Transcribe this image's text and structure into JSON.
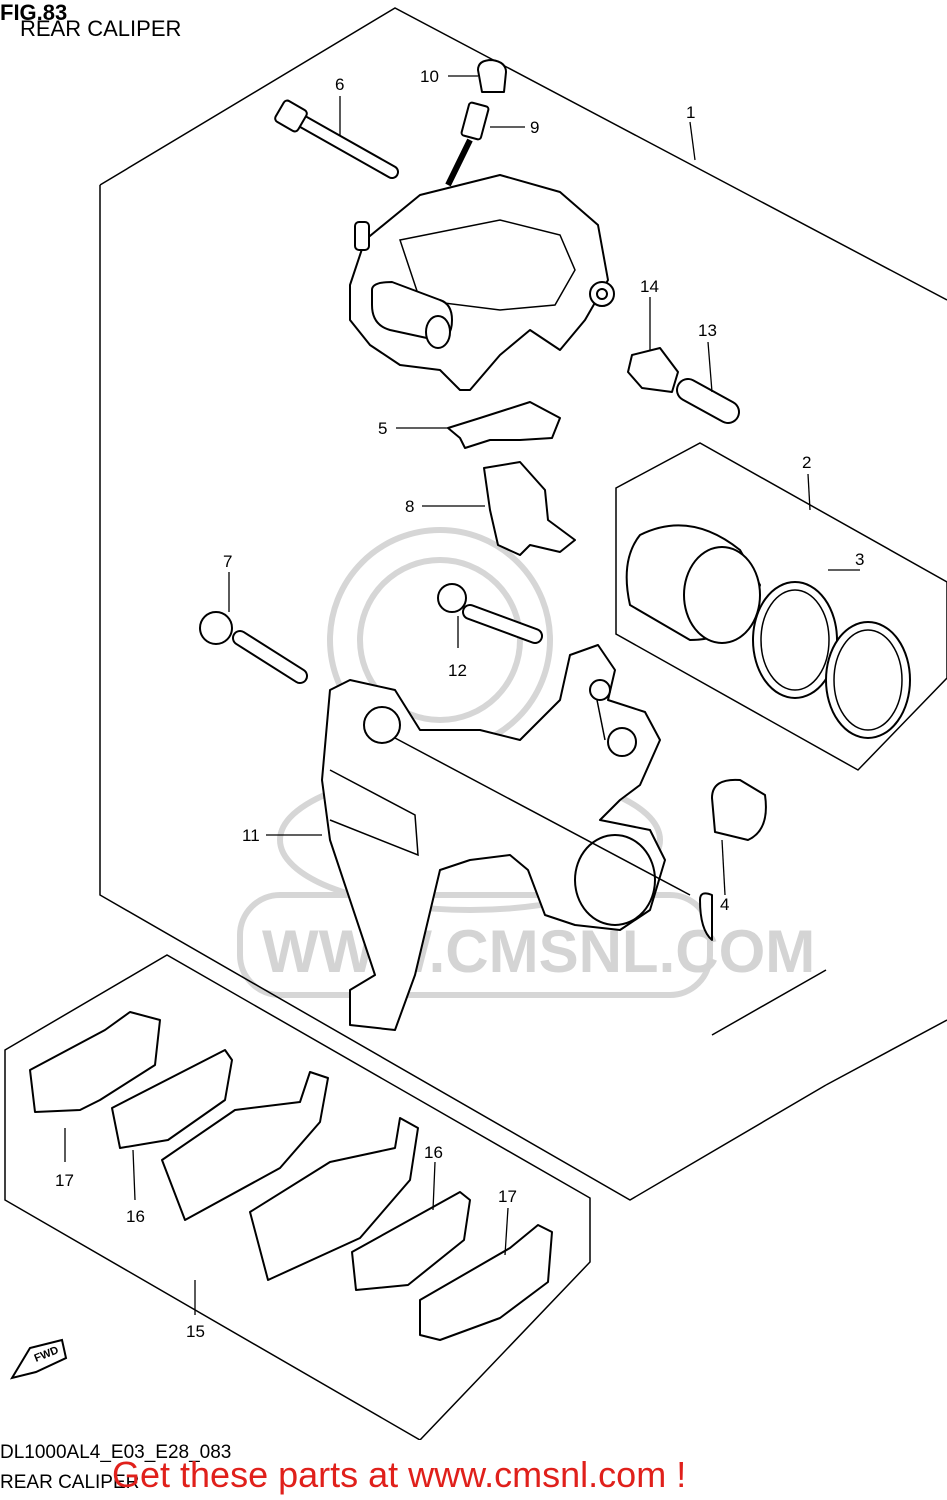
{
  "header": {
    "fig_label": "FIG.83",
    "subtitle": "REAR CALIPER"
  },
  "footer": {
    "model_code": "DL1000AL4_E03_E28_083",
    "name": "REAR CALIPER",
    "promo": "Get these parts at www.cmsnl.com !"
  },
  "watermark": "WWW.CMSNL.COM",
  "fwd_badge": "FWD",
  "callouts": {
    "c1": "1",
    "c2": "2",
    "c3": "3",
    "c4": "4",
    "c5": "5",
    "c6": "6",
    "c7": "7",
    "c8": "8",
    "c9": "9",
    "c10": "10",
    "c11": "11",
    "c12": "12",
    "c13": "13",
    "c14": "14",
    "c15": "15",
    "c16a": "16",
    "c16b": "16",
    "c17a": "17",
    "c17b": "17"
  },
  "colors": {
    "promo": "#e0201b",
    "watermark": "#d4d4d4"
  }
}
